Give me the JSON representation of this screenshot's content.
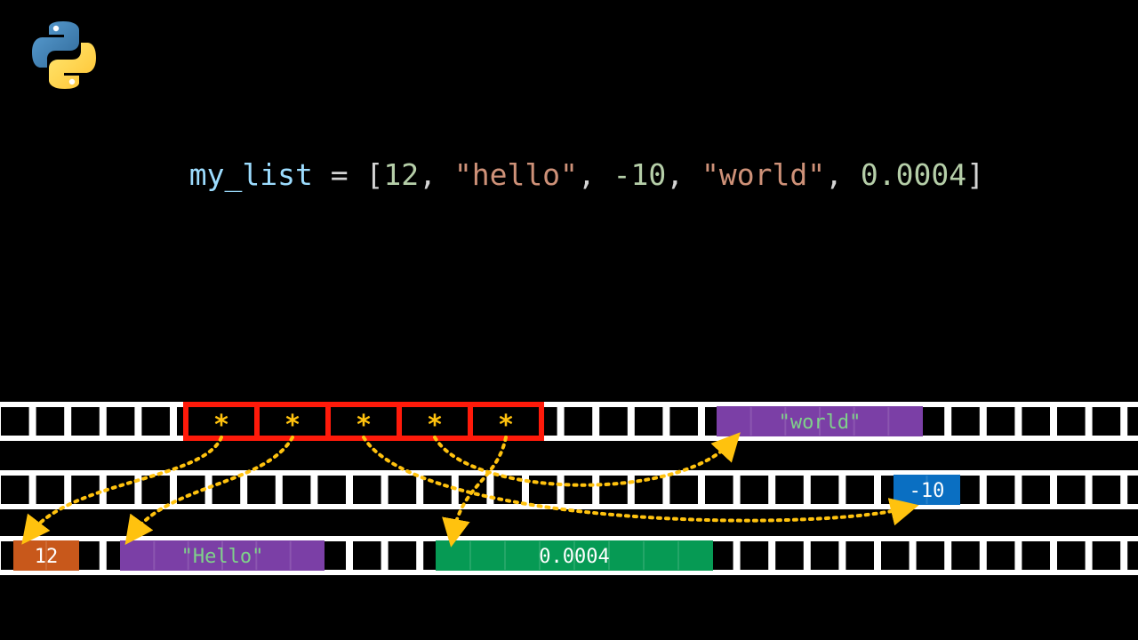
{
  "code": {
    "variable": "my_list",
    "equals": " = ",
    "open_bracket": "[",
    "close_bracket": "]",
    "separator": ", ",
    "items": [
      {
        "text": "12",
        "kind": "num"
      },
      {
        "text": "\"hello\"",
        "kind": "str"
      },
      {
        "text": "-10",
        "kind": "num"
      },
      {
        "text": "\"world\"",
        "kind": "str"
      },
      {
        "text": "0.0004",
        "kind": "num"
      }
    ]
  },
  "memory": {
    "pointer_symbol": "*",
    "pointer_count": 5,
    "blocks": [
      {
        "name": "block-world",
        "label": "\"world\"",
        "color": "#7b3fa6",
        "text_color": "#7fd18a"
      },
      {
        "name": "block-minus-10",
        "label": "-10",
        "color": "#0a6fc2",
        "text_color": "#ffffff"
      },
      {
        "name": "block-12",
        "label": "12",
        "color": "#c8581b",
        "text_color": "#ffffff"
      },
      {
        "name": "block-hello",
        "label": "\"Hello\"",
        "color": "#7b3fa6",
        "text_color": "#7fd18a"
      },
      {
        "name": "block-0-0004",
        "label": "0.0004",
        "color": "#069a54",
        "text_color": "#ffffff"
      }
    ],
    "pointer_targets": [
      "block-12",
      "block-hello",
      "block-minus-10",
      "block-world",
      "block-0-0004"
    ]
  },
  "colors": {
    "pointer_frame": "#ff1a0a",
    "arrow": "#ffc20e",
    "cell_border": "#ffffff",
    "background": "#000000"
  },
  "icons": {
    "logo": "python-logo-icon"
  }
}
